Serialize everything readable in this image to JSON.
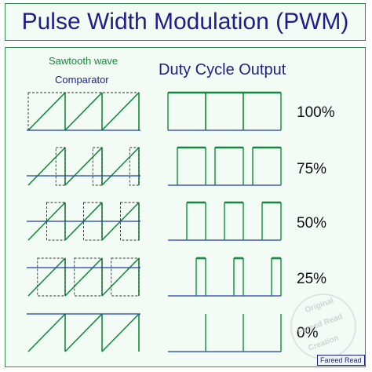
{
  "title": "Pulse Width Modulation (PWM)",
  "labels": {
    "sawtooth": "Sawtooth wave",
    "comparator": "Comparator",
    "duty_output": "Duty Cycle Output"
  },
  "duty_cycles": [
    {
      "label": "100%",
      "duty": 1.0
    },
    {
      "label": "75%",
      "duty": 0.75
    },
    {
      "label": "50%",
      "duty": 0.5
    },
    {
      "label": "25%",
      "duty": 0.25
    },
    {
      "label": "0%",
      "duty": 0.0
    }
  ],
  "watermark": {
    "line1": "Original",
    "line2": "Fareed Read",
    "line3": "Creation"
  },
  "credit": "Fareed Read",
  "colors": {
    "sawtooth": "#128a3c",
    "comparator": "#1f3fa8",
    "title": "#1f1f8a",
    "border": "#3a8a55"
  }
}
